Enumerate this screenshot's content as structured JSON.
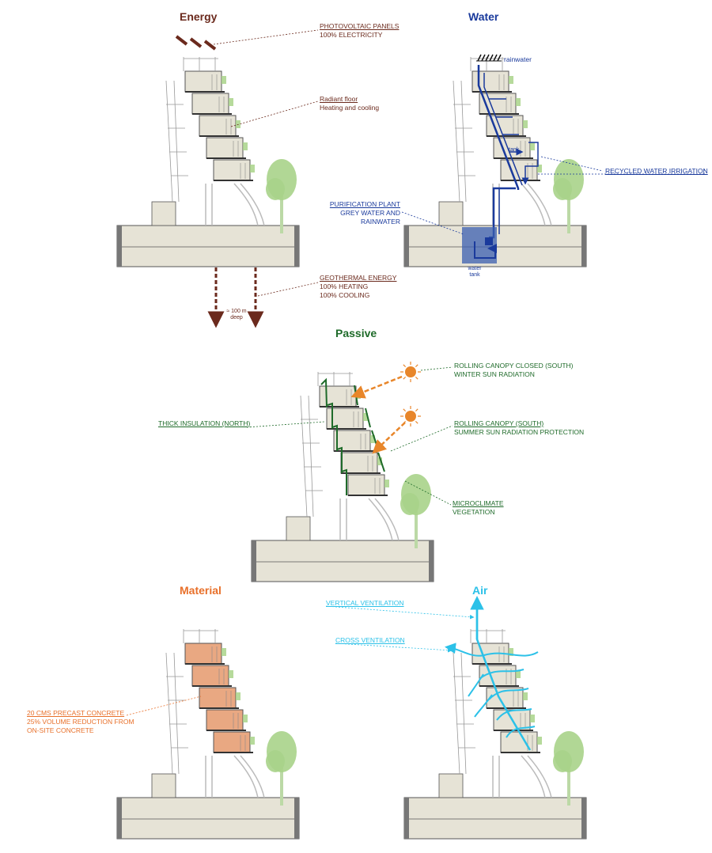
{
  "colors": {
    "energy": "#6b2a1d",
    "water": "#1a3a9c",
    "passive": "#1f6b2a",
    "material": "#e8702a",
    "air": "#2cc1e8",
    "building_fill": "#e6e3d6",
    "building_stroke": "#555555",
    "tree": "#a9d38a",
    "material_fill": "#e9a882",
    "water_fill": "#3b5fb0"
  },
  "sections": {
    "energy": {
      "title": "Energy",
      "labels": {
        "pv_line1": "PHOTOVOLTAIC PANELS",
        "pv_line2": "100% ELECTRICITY",
        "radiant_line1": "Radiant floor",
        "radiant_line2": "Heating and cooling",
        "geo_line1": "GEOTHERMAL ENERGY",
        "geo_line2": "100% HEATING",
        "geo_line3": "100% COOLING",
        "depth_line1": "≈ 100 m",
        "depth_line2": "deep"
      }
    },
    "water": {
      "title": "Water",
      "labels": {
        "rainwater": "rainwater",
        "tank": "tank",
        "recycled": "RECYCLED WATER IRRIGATION",
        "purif_line1": "PURIFICATION PLANT",
        "purif_line2": "GREY WATER AND RAINWATER",
        "water_tank_line1": "water",
        "water_tank_line2": "tank"
      }
    },
    "passive": {
      "title": "Passive",
      "labels": {
        "canopy_closed_line1": "ROLLING CANOPY CLOSED (SOUTH)",
        "canopy_closed_line2": "WINTER SUN RADIATION",
        "insulation": "THICK INSULATION (NORTH)",
        "canopy_line1": "ROLLING CANOPY (SOUTH)",
        "canopy_line2": "SUMMER SUN RADIATION PROTECTION",
        "micro_line1": "MICROCLIMATE",
        "micro_line2": "VEGETATION"
      }
    },
    "material": {
      "title": "Material",
      "labels": {
        "line1": "20 CMS  PRECAST CONCRETE",
        "line2": "25% VOLUME REDUCTION FROM",
        "line3": "ON-SITE CONCRETE"
      }
    },
    "air": {
      "title": "Air",
      "labels": {
        "vertical": "VERTICAL VENTILATION",
        "cross": "CROSS VENTILATION"
      }
    }
  }
}
